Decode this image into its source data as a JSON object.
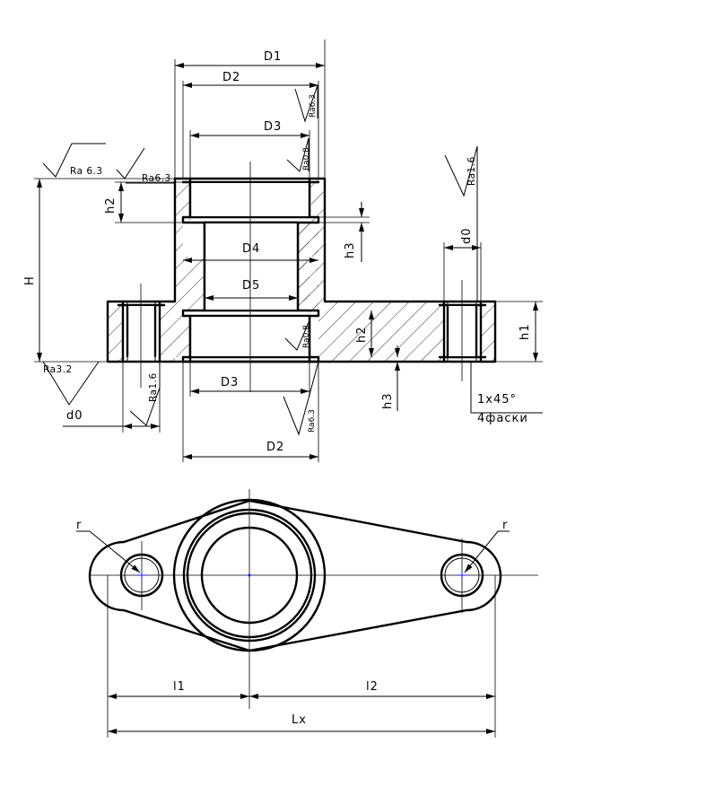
{
  "section_view": {
    "dims": {
      "D1": "D1",
      "D2_top": "D2",
      "D3_top": "D3",
      "D4": "D4",
      "D5": "D5",
      "D3_bottom": "D3",
      "D2_bottom": "D2",
      "H": "H",
      "h1": "h1",
      "h2_left": "h2",
      "h2_right": "h2",
      "h3_top": "h3",
      "h3_bottom": "h3",
      "d0_right": "d0",
      "d0_left": "d0"
    },
    "roughness": {
      "ra_left_big": "Ra 6.3",
      "ra_left_small": "Ra6.3",
      "ra_top_63": "Ra6.3",
      "ra_top_08": "Ra0.8",
      "ra_mid_08": "Ra0.8",
      "ra_right_16": "Ra1.6",
      "ra_bottom_32": "Ra3.2",
      "ra_bottom_16": "Ra1.6",
      "ra_bottom_63": "Ra6.3"
    },
    "chamfer": {
      "size": "1x45°",
      "count": "4фаски"
    }
  },
  "plan_view": {
    "dims": {
      "r_left": "r",
      "r_right": "r",
      "l1": "l1",
      "l2": "l2",
      "Lx": "Lx"
    }
  }
}
